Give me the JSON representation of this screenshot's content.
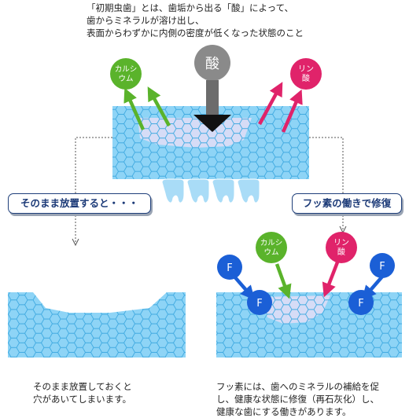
{
  "intro_text": "「初期虫歯」とは、歯垢から出る「酸」によって、\n歯からミネラルが溶け出し、\n表面からわずかに内側の密度が低くなった状態のこと",
  "acid_label": "酸",
  "calcium_label": "カルシ\nウム",
  "phosphate_label": "リン\n酸",
  "fluoride_label": "F",
  "left_box_label": "そのまま放置すると・・・",
  "right_box_label": "フッ素の働きで修復",
  "left_caption": "そのまま放置しておくと\n穴があいてしまいます。",
  "right_caption": "フッ素には、歯へのミネラルの補給を促\nし、健康な状態に修復（再石灰化）し、\n健康な歯にする働きがあります。",
  "colors": {
    "enamel_blue": "#8ed4f6",
    "enamel_line": "#3fa9e0",
    "demineralized": "#d6dcf6",
    "calcium_green": "#5ab32b",
    "phosphate_pink": "#e0236a",
    "fluoride_blue": "#1b5fd6",
    "acid_gray": "#8a8a8a",
    "label_navy": "#1d3b78"
  }
}
